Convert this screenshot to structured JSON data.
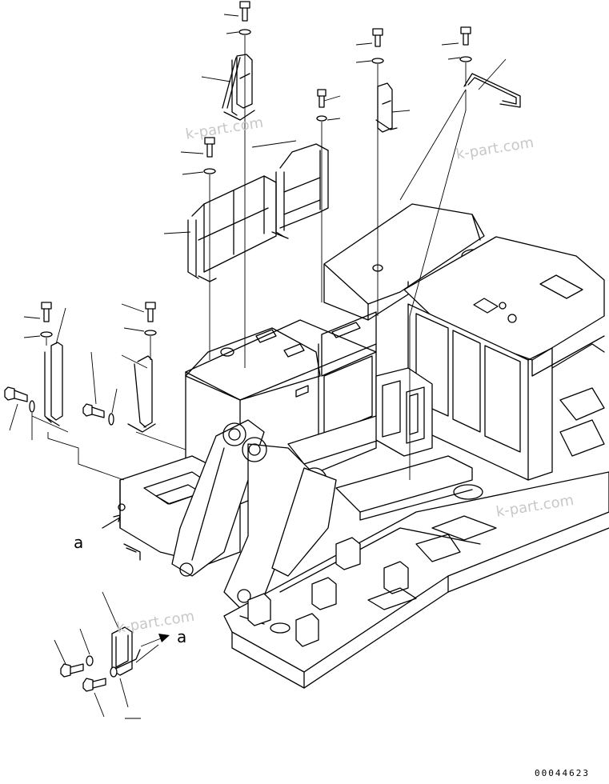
{
  "watermark": {
    "text": "k-part.com"
  },
  "callouts": {
    "a_left": "a",
    "a_bottom": "a"
  },
  "drawing_number": "00044623"
}
